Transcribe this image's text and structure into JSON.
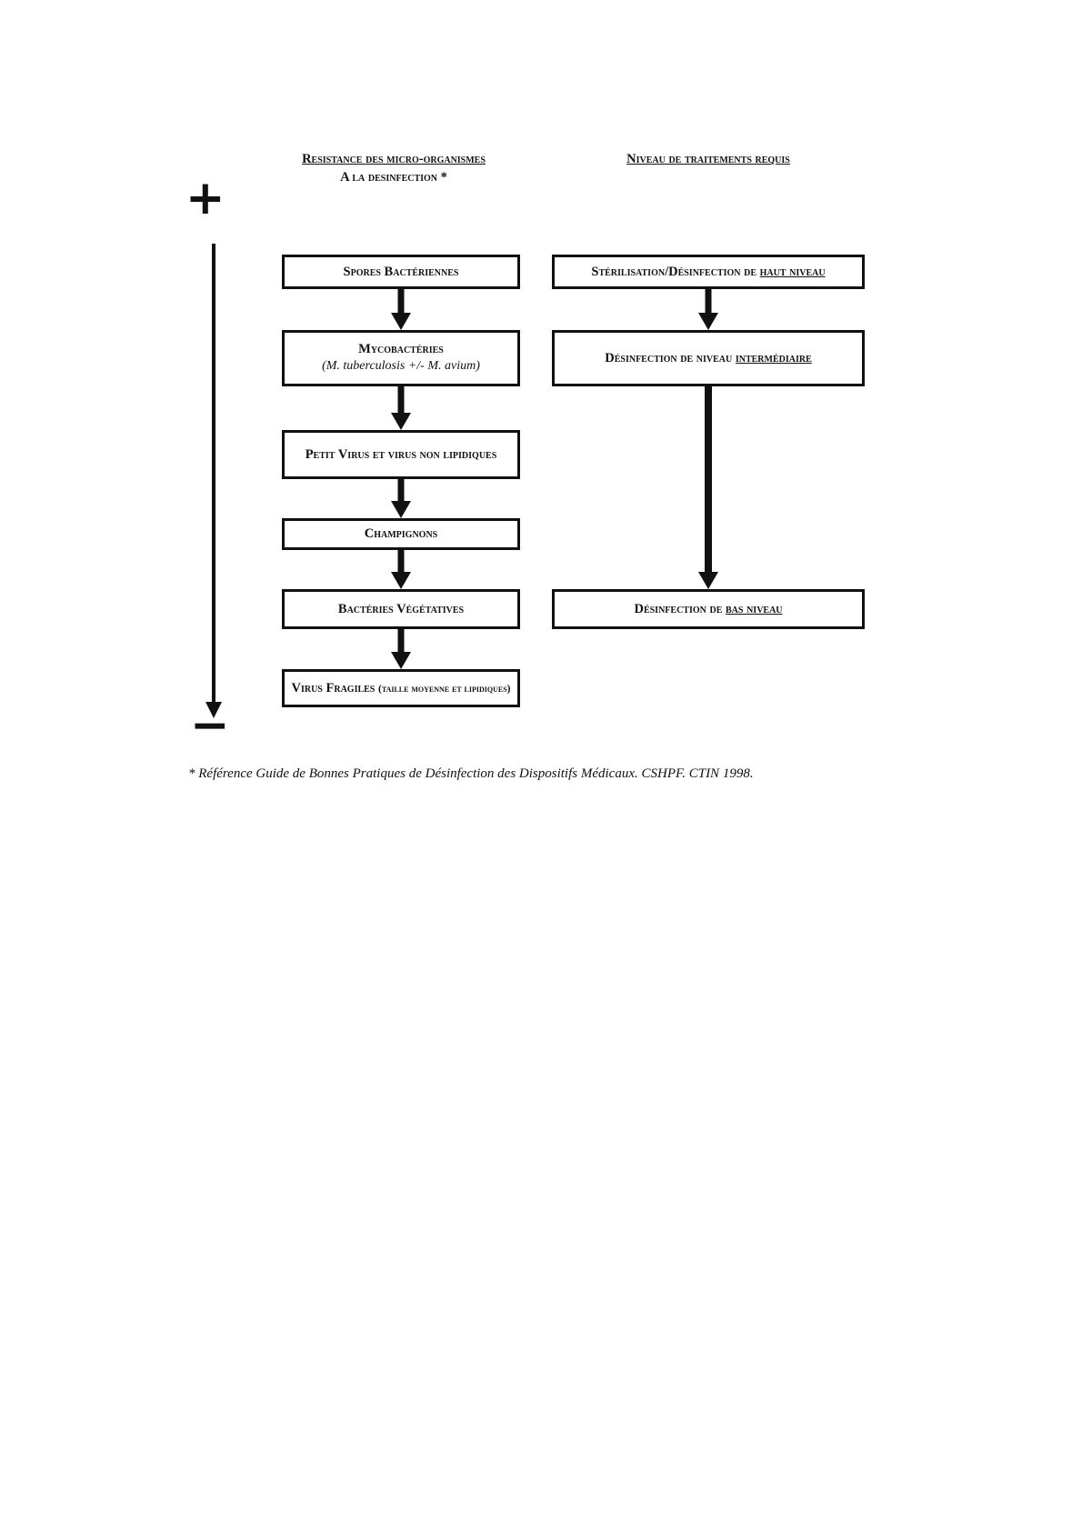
{
  "colors": {
    "ink": "#111111",
    "page_background": "#ffffff"
  },
  "scale_axis": {
    "plus": "+",
    "minus": "−"
  },
  "headers": {
    "left": {
      "line1": "Resistance des micro-organismes",
      "line2": "A la desinfection *"
    },
    "right": {
      "line1": "Niveau de traitements requis"
    }
  },
  "left_column": {
    "boxes": [
      {
        "title": "Spores Bactériennes"
      },
      {
        "title": "Mycobactéries",
        "subtitle": "(M. tuberculosis +/- M. avium)"
      },
      {
        "title": "Petit Virus et virus non lipidiques"
      },
      {
        "title": "Champignons"
      },
      {
        "title": "Bactéries Végétatives"
      },
      {
        "title": "Virus Fragiles ",
        "subtitle": "(taille moyenne et lipidiques)"
      }
    ]
  },
  "right_column": {
    "boxes": [
      {
        "text": "Stérilisation/Désinfection de ",
        "underlined": "haut niveau"
      },
      {
        "text": "Désinfection de niveau ",
        "underlined": "intermédiaire"
      },
      {
        "text": "Désinfection de ",
        "underlined": "bas niveau"
      }
    ]
  },
  "footnote": "* Référence Guide de Bonnes Pratiques de Désinfection des Dispositifs Médicaux. CSHPF. CTIN 1998."
}
